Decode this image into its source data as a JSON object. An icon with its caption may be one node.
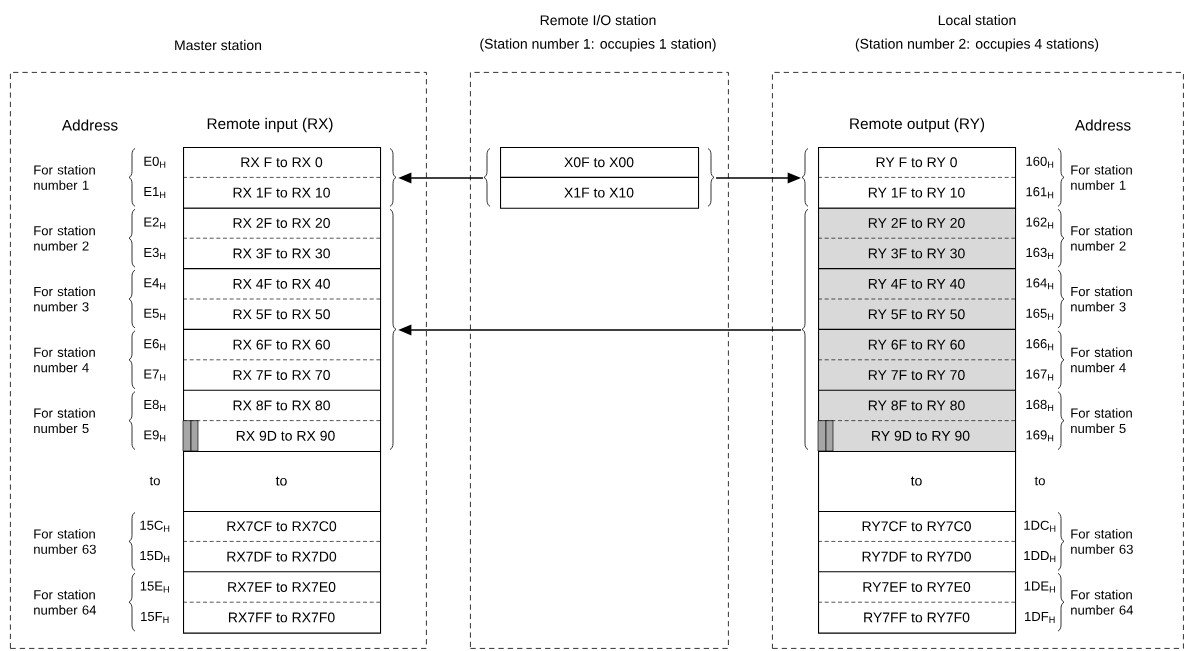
{
  "diagram": {
    "nodes": [
      {
        "text": [
          "Master station"
        ]
      },
      {
        "text": [
          "Remote I/O station",
          "(Station number 1: occupies 1 station)"
        ]
      },
      {
        "text": [
          "Local station",
          "(Station number 2: occupies 4 stations)"
        ]
      },
      {
        "text": [
          "RX F to RX 0",
          "RX 1F to RX 10"
        ],
        "in": 0
      },
      {
        "text": [
          "RX 2F to RX 20",
          "RX 3F to RX 30",
          "RX 4F to RX 40",
          "RX 5F to RX 50",
          "RX 6F to RX 60",
          "RX 7F to RX 70",
          "RX 8F to RX 80",
          "RX 9D to RX 90"
        ],
        "in": 0
      },
      {
        "text": [
          "to"
        ],
        "in": 0
      },
      {
        "text": [
          "RX7CF to RX7C0",
          "RX7DF to RX7D0",
          "RX7EF to RX7E0",
          "RX7FF to RX7F0"
        ],
        "in": 0
      },
      {
        "text": [
          "X0F to X00",
          "X1F to X10"
        ],
        "in": 1
      },
      {
        "text": [
          "RY F to RY 0",
          "RY 1F to RY 10"
        ],
        "in": 2
      },
      {
        "text": [
          "RY 2F to RY 20",
          "RY 3F to RY 30",
          "RY 4F to RY 40",
          "RY 5F to RY 50",
          "RY 6F to RY 60",
          "RY 7F to RY 70",
          "RY 8F to RY 80",
          "RY 9D to RY 90"
        ],
        "in": 2
      },
      {
        "text": [
          "to"
        ],
        "in": 2
      },
      {
        "text": [
          "RY7CF to RY7C0",
          "RY7DF to RY7D0",
          "RY7EF to RY7E0",
          "RY7FF to RY7F0"
        ],
        "in": 2
      }
    ],
    "edges": [
      {
        "from": 7,
        "to": 3,
        "arrow": "to"
      },
      {
        "from": 7,
        "to": 8,
        "arrow": "to"
      },
      {
        "from": 9,
        "to": 4,
        "arrow": "to"
      }
    ],
    "labels": [
      "Address",
      "Remote input (RX)",
      "Remote output (RY)",
      "Address",
      "For station number 1",
      "For station number 2",
      "For station number 3",
      "For station number 4",
      "For station number 5",
      "For station number 63",
      "For station number 64",
      "E0$_{H}$",
      "E1$_{H}$",
      "E2$_{H}$",
      "E3$_{H}$",
      "E4$_{H}$",
      "E5$_{H}$",
      "E6$_{H}$",
      "E7$_{H}$",
      "E8$_{H}$",
      "E9$_{H}$",
      "to",
      "15C$_{H}$",
      "15D$_{H}$",
      "15E$_{H}$",
      "15F$_{H}$",
      "160$_{H}$",
      "161$_{H}$",
      "162$_{H}$",
      "163$_{H}$",
      "164$_{H}$",
      "165$_{H}$",
      "166$_{H}$",
      "167$_{H}$",
      "168$_{H}$",
      "169$_{H}$",
      "to",
      "1DC$_{H}$",
      "1DD$_{H}$",
      "1DE$_{H}$",
      "1DF$_{H}$",
      "For station number 1",
      "For station number 2",
      "For station number 3",
      "For station number 4",
      "For station number 5",
      "For station number 63",
      "For station number 64"
    ]
  }
}
